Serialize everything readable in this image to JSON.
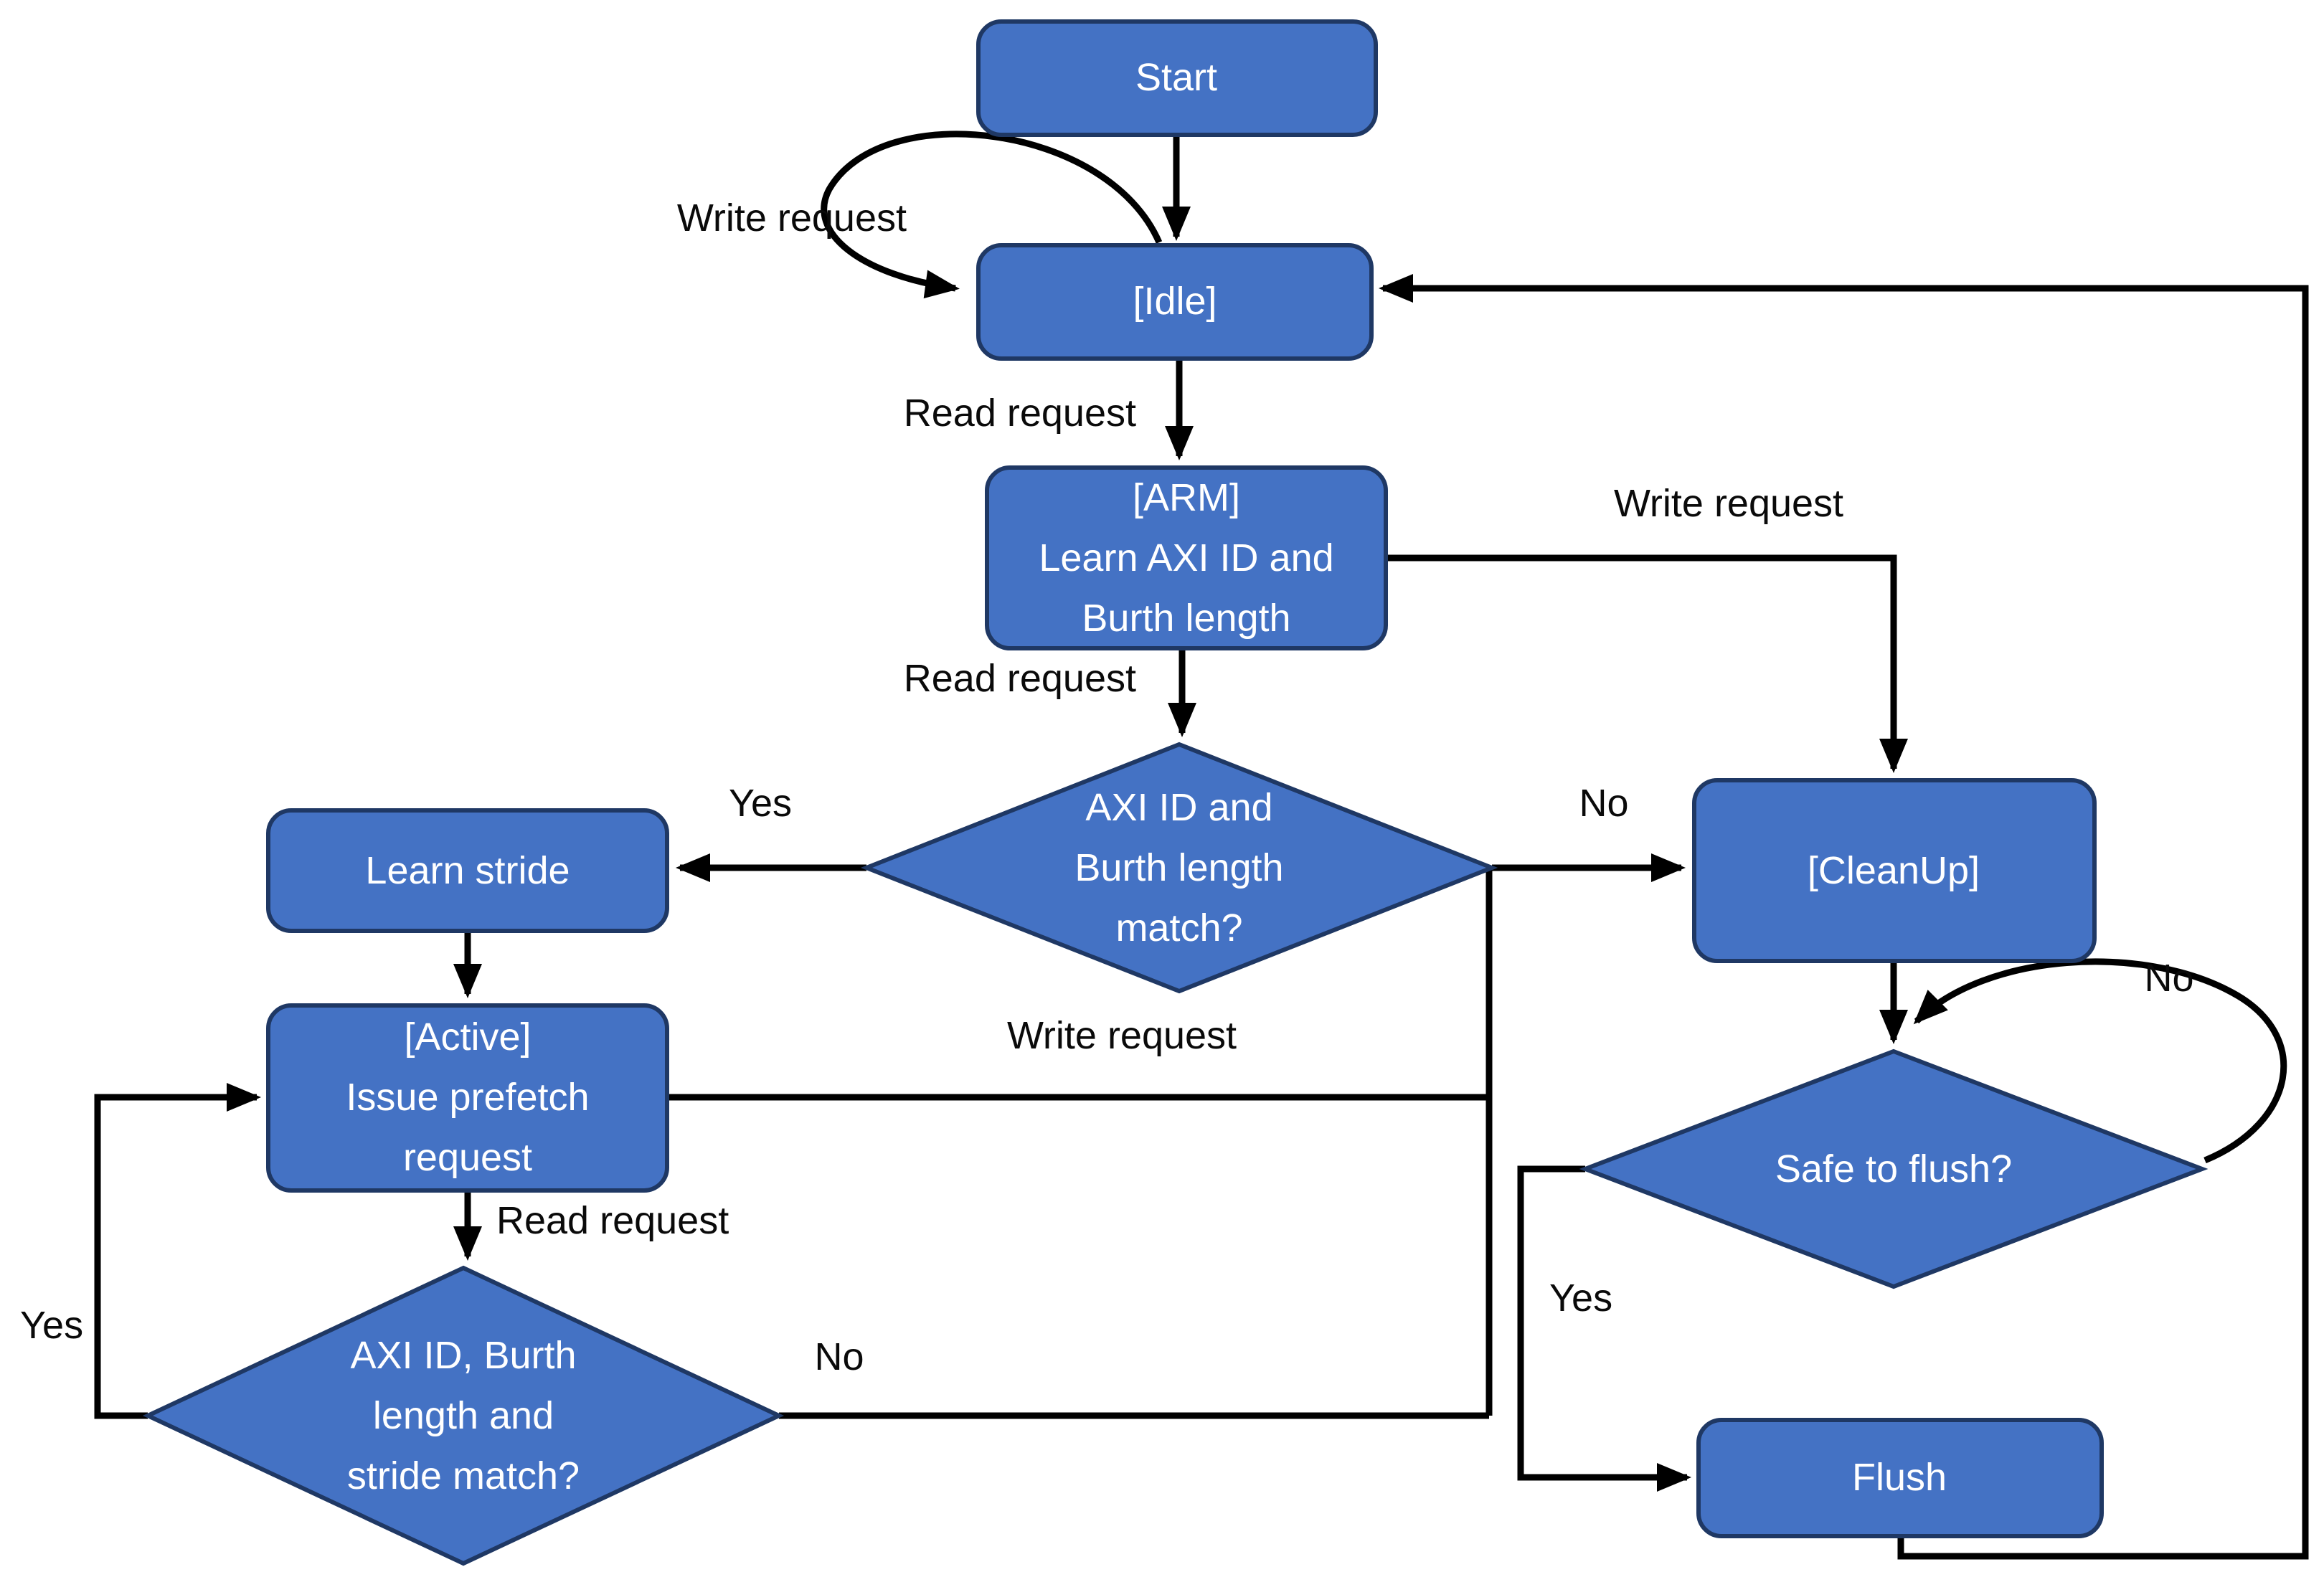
{
  "diagram": {
    "title": "AXI prefetcher state machine flowchart",
    "colors": {
      "node_fill": "#4472C4",
      "node_border": "#1F3864",
      "edge_line": "#000000",
      "node_text": "#FFFFFF",
      "edge_label_text": "#0A0A0A",
      "background": "#FFFFFF"
    },
    "nodes": {
      "start": {
        "label": "Start"
      },
      "idle": {
        "label": "[Idle]"
      },
      "arm": {
        "lines": [
          "[ARM]",
          "Learn AXI ID and",
          "Burth length"
        ]
      },
      "match1": {
        "lines": [
          "AXI ID and",
          "Burth length",
          "match?"
        ]
      },
      "learn_stride": {
        "label": "Learn stride"
      },
      "active": {
        "lines": [
          "[Active]",
          "Issue prefetch",
          "request"
        ]
      },
      "match2": {
        "lines": [
          "AXI ID, Burth",
          "length and",
          "stride match?"
        ]
      },
      "cleanup": {
        "label": "[CleanUp]"
      },
      "safe_to_flush": {
        "label": "Safe to flush?"
      },
      "flush": {
        "label": "Flush"
      }
    },
    "edge_labels": {
      "idle_self": "Write request",
      "idle_to_arm": "Read request",
      "arm_to_match1": "Read request",
      "arm_to_cleanup": "Write request",
      "match1_yes": "Yes",
      "match1_no": "No",
      "active_write": "Write request",
      "active_to_match2": "Read request",
      "match2_yes": "Yes",
      "match2_no": "No",
      "safe_loop_no": "No",
      "safe_yes": "Yes"
    }
  }
}
